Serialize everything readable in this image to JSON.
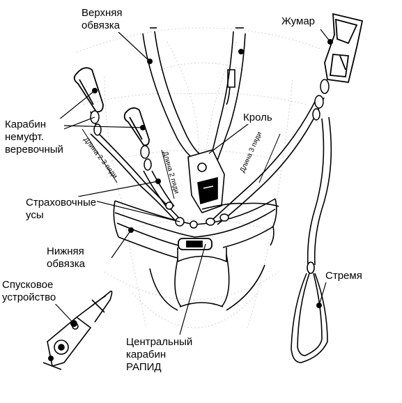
{
  "labels": {
    "upper_harness": [
      "Верхняя",
      "обвязка"
    ],
    "jumar": "Жумар",
    "carabiner": [
      "Карабин",
      "немуфт.",
      "веревочный"
    ],
    "chest_ascender": "Кроль",
    "lanyards": [
      "Страховочные",
      "усы"
    ],
    "lower_harness": [
      "Нижняя",
      "обвязка"
    ],
    "foot_loop": "Стремя",
    "descender": [
      "Спусковое",
      "устройство"
    ],
    "central_carabiner": [
      "Центральный",
      "карабин",
      "РАПИД"
    ]
  },
  "measurements": {
    "length_23": "Длина 2-3 пяди",
    "length_2": "Длина 2 пяди",
    "length_3": "Длина 3 пяди"
  },
  "colors": {
    "ink": "#000000",
    "dots": "#d8d8d8",
    "background": "#ffffff"
  }
}
